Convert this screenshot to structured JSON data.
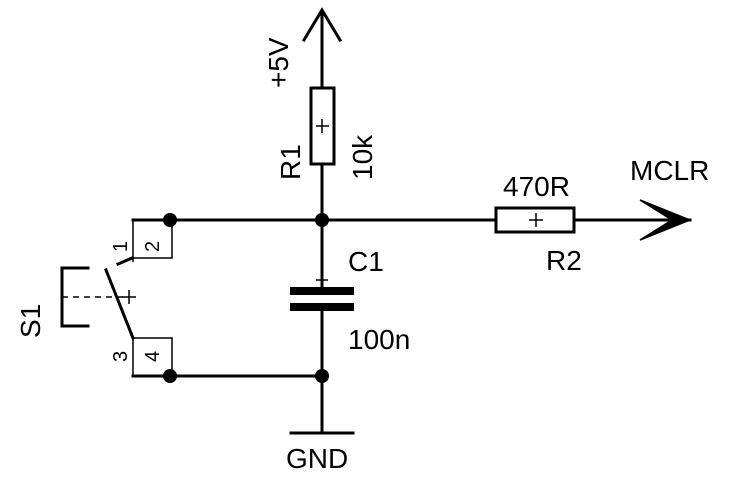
{
  "supply": {
    "label": "+5V"
  },
  "ground": {
    "label": "GND"
  },
  "r1": {
    "name": "R1",
    "value": "10k"
  },
  "r2": {
    "name": "R2",
    "value": "470R"
  },
  "c1": {
    "name": "C1",
    "value": "100n"
  },
  "s1": {
    "name": "S1",
    "pins": [
      "1",
      "2",
      "3",
      "4"
    ]
  },
  "output": {
    "label": "MCLR"
  },
  "colors": {
    "ink": "#000000",
    "background": "#ffffff"
  }
}
